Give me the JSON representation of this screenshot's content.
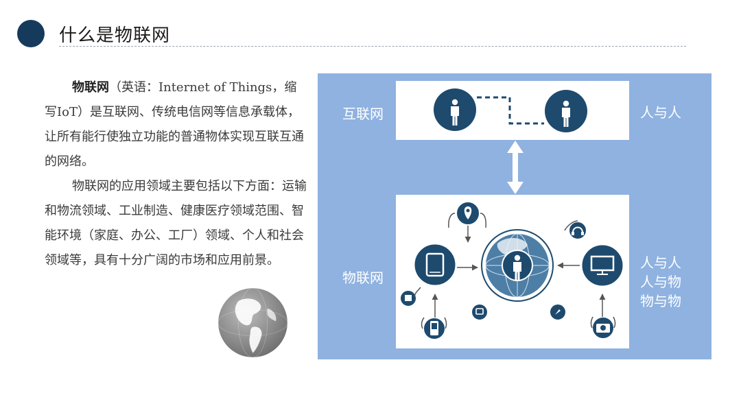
{
  "title": "什么是物联网",
  "intro": {
    "term": "物联网",
    "definition": "（英语：Internet of Things，缩写IoT）是互联网、传统电信网等信息承载体，让所有能行使独立功能的普通物体实现互联互通的网络。",
    "applications": "物联网的应用领域主要包括以下方面：运输和物流领域、工业制造、健康医疗领域范围、智能环境（家庭、办公、工厂）领域、个人和社会领域等，具有十分广阔的市场和应用前景。"
  },
  "diagram": {
    "internet_label": "互联网",
    "internet_relation": "人与人",
    "iot_label": "物联网",
    "iot_relations": [
      "人与人",
      "人与物",
      "物与物"
    ]
  },
  "colors": {
    "accent": "#163a5c",
    "panel": "#8fb2e0",
    "node": "#1e4a6e"
  },
  "icons": [
    "globe-icon",
    "person-icon",
    "tablet-icon",
    "monitor-icon",
    "location-pin-icon",
    "headphones-icon",
    "phone-icon",
    "camera-icon",
    "cart-icon",
    "compass-icon",
    "chip-icon"
  ]
}
